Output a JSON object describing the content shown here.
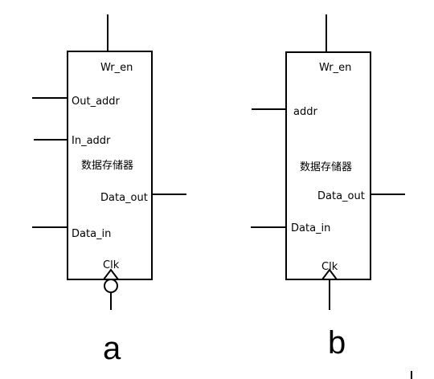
{
  "diagram_a": {
    "caption": "a",
    "wr_en": "Wr_en",
    "out_addr": "Out_addr",
    "in_addr": "In_addr",
    "title": "数据存储器",
    "data_out": "Data_out",
    "data_in": "Data_in",
    "clk": "Clk"
  },
  "diagram_b": {
    "caption": "b",
    "wr_en": "Wr_en",
    "addr": "addr",
    "title": "数据存储器",
    "data_out": "Data_out",
    "data_in": "Data_in",
    "clk": "Clk"
  }
}
